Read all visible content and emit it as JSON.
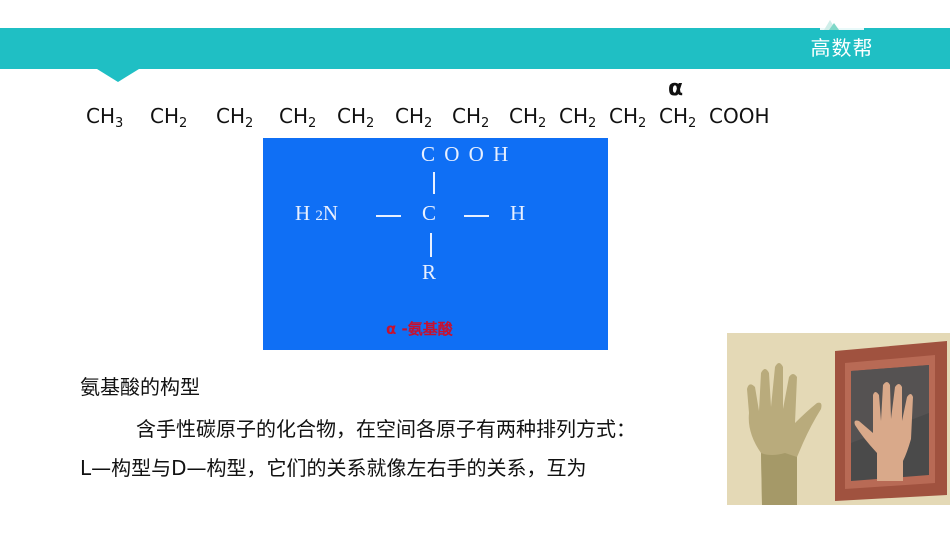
{
  "header": {
    "banner_color": "#1fbfc4",
    "logo_text": "高数帮",
    "logo_icon": "mountain-logo-icon"
  },
  "formula": {
    "alpha_label": "α",
    "chain": [
      {
        "atom": "CH",
        "sub": "3"
      },
      {
        "atom": "CH",
        "sub": "2"
      },
      {
        "atom": "CH",
        "sub": "2"
      },
      {
        "atom": "CH",
        "sub": "2"
      },
      {
        "atom": "CH",
        "sub": "2"
      },
      {
        "atom": "CH",
        "sub": "2"
      },
      {
        "atom": "CH",
        "sub": "2"
      },
      {
        "atom": "CH",
        "sub": "2"
      },
      {
        "atom": "CH",
        "sub": "2"
      },
      {
        "atom": "CH",
        "sub": "2"
      },
      {
        "atom": "CH",
        "sub": "2"
      },
      {
        "atom": "COOH",
        "sub": ""
      }
    ]
  },
  "structure_box": {
    "background": "#0f6ff5",
    "top_group": "C O O H",
    "left_group_h": "H",
    "left_group_sub": "2",
    "left_group_n": "N",
    "center_atom": "C",
    "right_group": "H",
    "bottom_group": "R",
    "caption": "α -氨基酸",
    "caption_color": "#c8102e"
  },
  "content": {
    "heading": "氨基酸的构型",
    "line1": "含手性碳原子的化合物，在空间各原子有两种排列方式：",
    "line2": "L—构型与D—构型，它们的关系就像左右手的关系，互为"
  },
  "image": {
    "description": "hand-mirror-illustration"
  }
}
